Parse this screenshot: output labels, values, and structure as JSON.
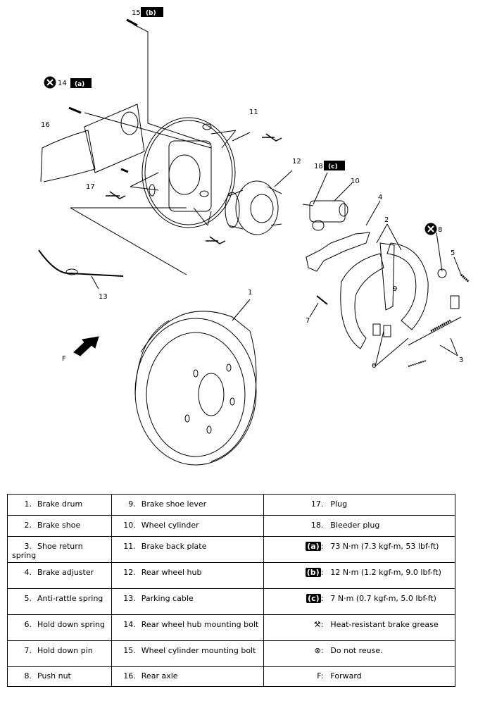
{
  "callouts": {
    "n1": "1",
    "n2": "2",
    "n3": "3",
    "n4": "4",
    "n5": "5",
    "n6": "6",
    "n7": "7",
    "n8": "8",
    "n9": "9",
    "n10": "10",
    "n11": "11",
    "n12": "12",
    "n13": "13",
    "n14": "14",
    "n15": "15",
    "n16": "16",
    "n17": "17",
    "n18": "18",
    "nF": "F",
    "torque_a": "(a)",
    "torque_b": "(b)",
    "torque_c": "(c)"
  },
  "legend": {
    "rows": [
      {
        "c1n": "1.",
        "c1": "Brake drum",
        "c2n": "9.",
        "c2": "Brake shoe lever",
        "c3n": "17.",
        "c3": "Plug"
      },
      {
        "c1n": "2.",
        "c1": "Brake shoe",
        "c2n": "10.",
        "c2": "Wheel cylinder",
        "c3n": "18.",
        "c3": "Bleeder plug"
      },
      {
        "c1n": "3.",
        "c1": "Shoe return spring",
        "c2n": "11.",
        "c2": "Brake back plate",
        "c3sym": "(a)",
        "c3": "73 N·m (7.3 kgf-m, 53 lbf-ft)"
      },
      {
        "c1n": "4.",
        "c1": "Brake adjuster",
        "c2n": "12.",
        "c2": "Rear wheel hub",
        "c3sym": "(b)",
        "c3": "12 N·m (1.2 kgf-m, 9.0 lbf-ft)"
      },
      {
        "c1n": "5.",
        "c1": "Anti-rattle spring",
        "c2n": "13.",
        "c2": "Parking cable",
        "c3sym": "(c)",
        "c3": "7 N·m (0.7 kgf-m, 5.0 lbf-ft)"
      },
      {
        "c1n": "6.",
        "c1": "Hold down spring",
        "c2n": "14.",
        "c2": "Rear wheel hub mounting bolt",
        "c3": "Heat-resistant brake grease"
      },
      {
        "c1n": "7.",
        "c1": "Hold down pin",
        "c2n": "15.",
        "c2": "Wheel cylinder mounting bolt",
        "c3": "Do not reuse."
      },
      {
        "c1n": "8.",
        "c1": "Push nut",
        "c2n": "16.",
        "c2": "Rear axle",
        "c3n": "F:",
        "c3": "Forward"
      }
    ],
    "colon": ":"
  }
}
